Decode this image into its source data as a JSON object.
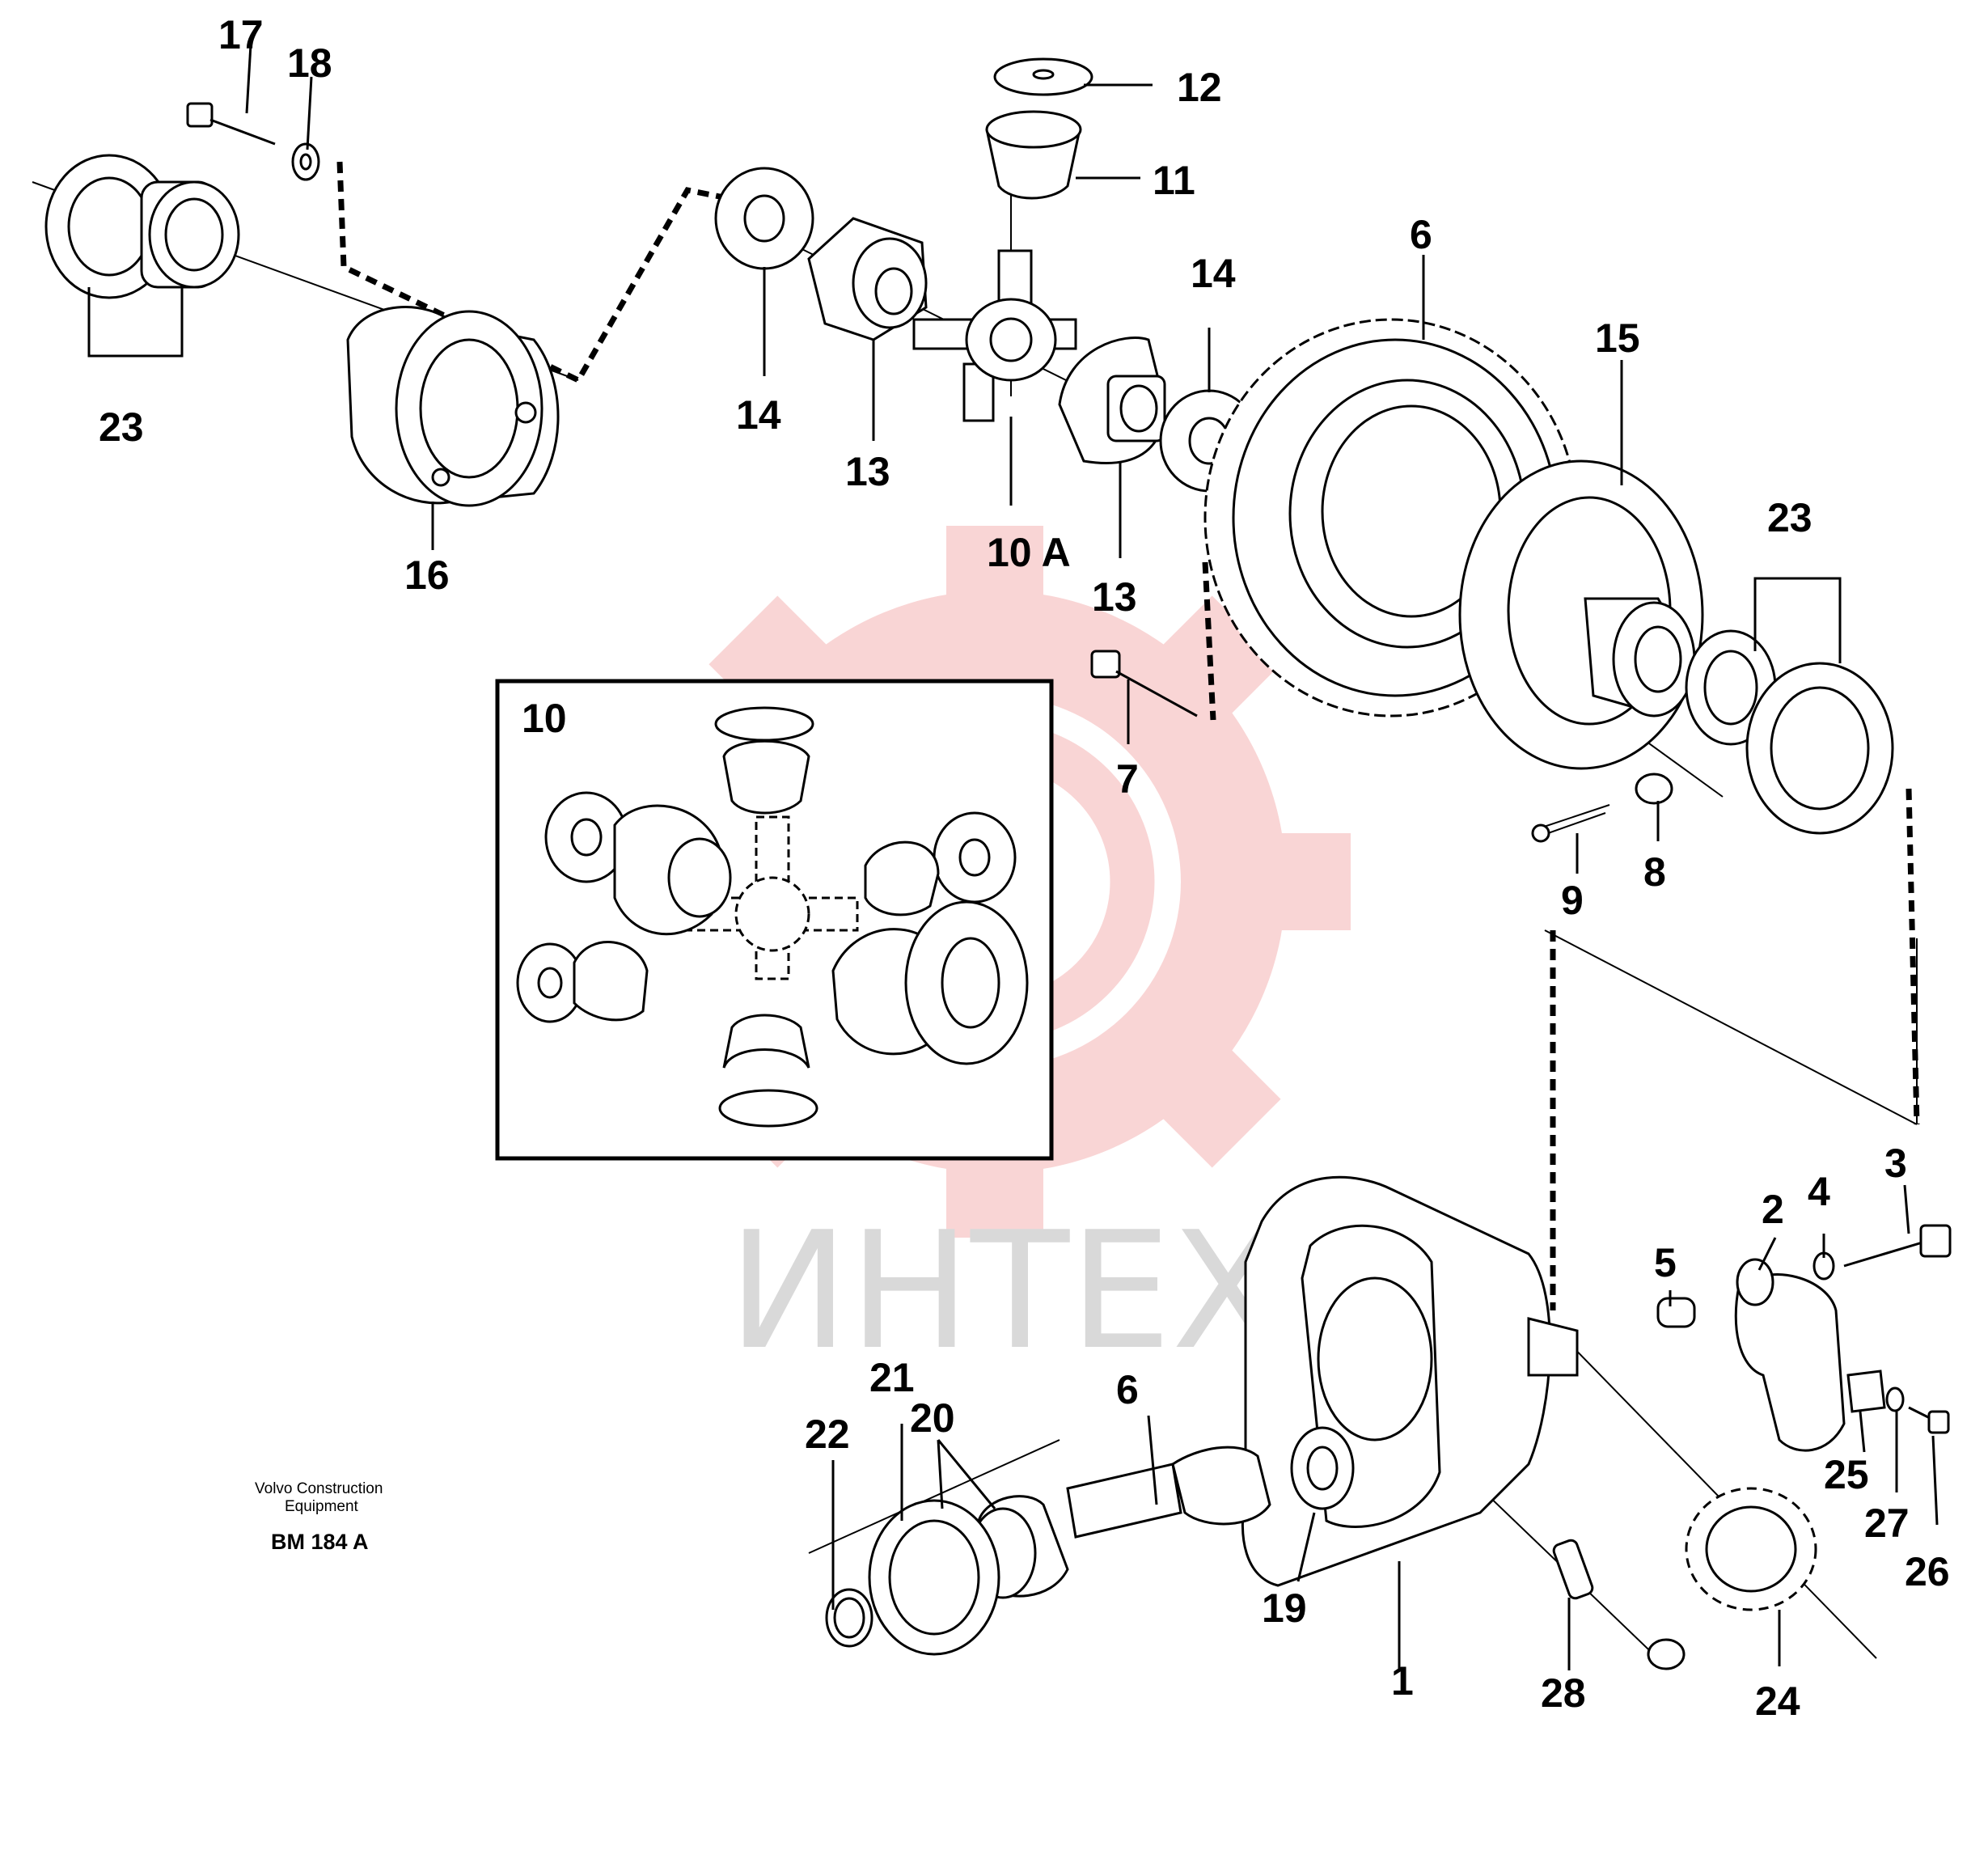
{
  "caption": {
    "manufacturer": "Volvo Construction\nEquipment",
    "manufacturer_line1": "Volvo Construction",
    "manufacturer_line2": "Equipment",
    "drawing_code": "BM 184 A"
  },
  "watermark": {
    "text": "ИНТЕХ",
    "color": "#f4b3b3"
  },
  "inset": {
    "label": "10"
  },
  "callouts": {
    "c1": "1",
    "c2": "2",
    "c3": "3",
    "c4": "4",
    "c5": "5",
    "c6a": "6",
    "c6b": "6",
    "c7": "7",
    "c8": "8",
    "c9": "9",
    "c10a": "10 A",
    "c11": "11",
    "c12": "12",
    "c13a": "13",
    "c13b": "13",
    "c14a": "14",
    "c14b": "14",
    "c15": "15",
    "c16": "16",
    "c17": "17",
    "c18": "18",
    "c19": "19",
    "c20": "20",
    "c21": "21",
    "c22": "22",
    "c23a": "23",
    "c23b": "23",
    "c24": "24",
    "c25": "25",
    "c26": "26",
    "c27": "27",
    "c28": "28"
  }
}
